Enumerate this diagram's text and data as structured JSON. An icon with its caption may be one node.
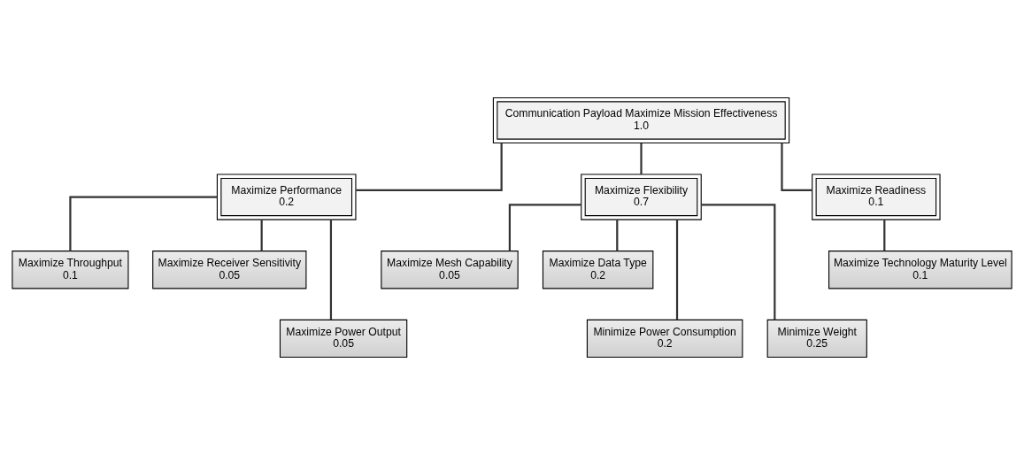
{
  "diagram": {
    "nodes": [
      {
        "text": [
          "Communication Payload Maximize Mission Effectiveness",
          "1.0"
        ]
      },
      {
        "text": [
          "Maximize Performance",
          "0.2"
        ]
      },
      {
        "text": [
          "Maximize Flexibility",
          "0.7"
        ]
      },
      {
        "text": [
          "Maximize Readiness",
          "0.1"
        ]
      },
      {
        "text": [
          "Maximize Throughput",
          "0.1"
        ]
      },
      {
        "text": [
          "Maximize Receiver Sensitivity",
          "0.05"
        ]
      },
      {
        "text": [
          "Maximize Power Output",
          "0.05"
        ]
      },
      {
        "text": [
          "Maximize Mesh Capability",
          "0.05"
        ]
      },
      {
        "text": [
          "Maximize Data Type",
          "0.2"
        ]
      },
      {
        "text": [
          "Minimize Power Consumption",
          "0.2"
        ]
      },
      {
        "text": [
          "Minimize Weight",
          "0.25"
        ]
      },
      {
        "text": [
          "Maximize Technology Maturity Level",
          "0.1"
        ]
      }
    ],
    "edges": [
      {
        "from": 0,
        "to": 1,
        "arrow": "none"
      },
      {
        "from": 0,
        "to": 2,
        "arrow": "none"
      },
      {
        "from": 0,
        "to": 3,
        "arrow": "none"
      },
      {
        "from": 1,
        "to": 4,
        "arrow": "none"
      },
      {
        "from": 1,
        "to": 5,
        "arrow": "none"
      },
      {
        "from": 1,
        "to": 6,
        "arrow": "none"
      },
      {
        "from": 2,
        "to": 7,
        "arrow": "none"
      },
      {
        "from": 2,
        "to": 8,
        "arrow": "none"
      },
      {
        "from": 2,
        "to": 9,
        "arrow": "none"
      },
      {
        "from": 2,
        "to": 10,
        "arrow": "none"
      },
      {
        "from": 3,
        "to": 11,
        "arrow": "none"
      }
    ]
  }
}
